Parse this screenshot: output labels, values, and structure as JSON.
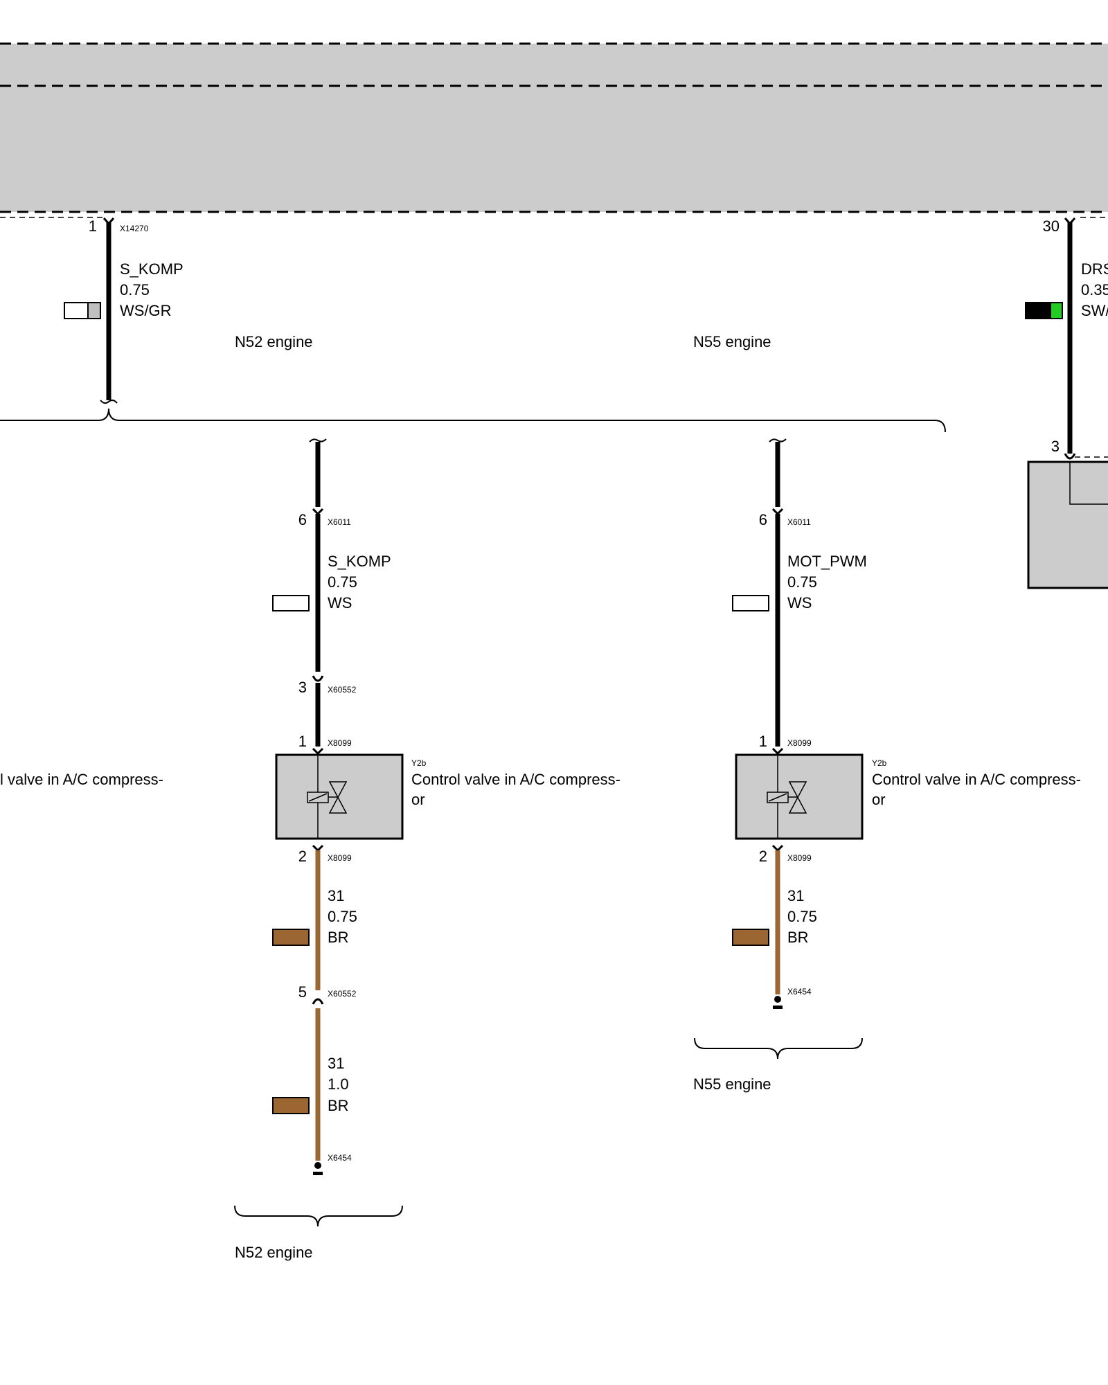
{
  "colors": {
    "module_fill": "#cccccc",
    "wire_black": "#000000",
    "wire_brown": "#9b6632",
    "swatch_gray": "#c0c0c0",
    "swatch_green": "#22cc22"
  },
  "top_left": {
    "pin": "1",
    "connector": "X14270",
    "signal": "S_KOMP",
    "gauge": "0.75",
    "color_code": "WS/GR"
  },
  "top_right": {
    "pin": "30",
    "signal": "DRS",
    "gauge": "0.35",
    "color_code": "SW/",
    "lower_pin": "3"
  },
  "engine_labels": {
    "n52": "N52 engine",
    "n55": "N55 engine"
  },
  "left_cut_text": "l valve in A/C compress-",
  "n52": {
    "upper": {
      "pin": "6",
      "connector": "X6011",
      "signal": "S_KOMP",
      "gauge": "0.75",
      "color_code": "WS"
    },
    "mid_pin": "3",
    "mid_connector": "X60552",
    "valve_in": {
      "pin": "1",
      "connector": "X8099"
    },
    "valve": {
      "ref": "Y2b",
      "name_line1": "Control valve in A/C compress-",
      "name_line2": "or"
    },
    "valve_out": {
      "pin": "2",
      "connector": "X8099"
    },
    "lower1": {
      "signal": "31",
      "gauge": "0.75",
      "color_code": "BR"
    },
    "junction": {
      "pin": "5",
      "connector": "X60552"
    },
    "lower2": {
      "signal": "31",
      "gauge": "1.0",
      "color_code": "BR"
    },
    "ground": "X6454",
    "footer": "N52 engine"
  },
  "n55": {
    "upper": {
      "pin": "6",
      "connector": "X6011",
      "signal": "MOT_PWM",
      "gauge": "0.75",
      "color_code": "WS"
    },
    "valve_in": {
      "pin": "1",
      "connector": "X8099"
    },
    "valve": {
      "ref": "Y2b",
      "name_line1": "Control valve in A/C compress-",
      "name_line2": "or"
    },
    "valve_out": {
      "pin": "2",
      "connector": "X8099"
    },
    "lower1": {
      "signal": "31",
      "gauge": "0.75",
      "color_code": "BR"
    },
    "ground": "X6454",
    "footer": "N55 engine"
  }
}
